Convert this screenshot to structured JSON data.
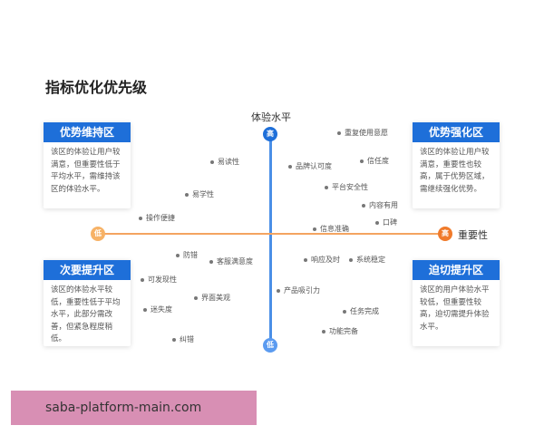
{
  "title": "指标优化优先级",
  "axis": {
    "v_title": "体验水平",
    "v_high": "高",
    "v_low": "低",
    "h_title": "重要性",
    "h_high": "高",
    "h_low": "低"
  },
  "quadrants": {
    "tl": {
      "title": "优势维持区",
      "desc": "该区的体验让用户较满意，但重要性低于平均水平，需维持该区的体验水平。"
    },
    "tr": {
      "title": "优势强化区",
      "desc": "该区的体验让用户较满意，重要性也较高，属于优势区域，需继续强化优势。"
    },
    "bl": {
      "title": "次要提升区",
      "desc": "该区的体验水平较低，重要性低于平均水平，此部分需改善，但紧急程度稍低。"
    },
    "br": {
      "title": "迫切提升区",
      "desc": "该区的用户体验水平较低，但重要性较高，迫切需提升体验水平。"
    }
  },
  "points": [
    {
      "label": "重复使用意愿"
    },
    {
      "label": "易读性"
    },
    {
      "label": "品牌认可度"
    },
    {
      "label": "信任度"
    },
    {
      "label": "易学性"
    },
    {
      "label": "平台安全性"
    },
    {
      "label": "内容有用"
    },
    {
      "label": "操作便捷"
    },
    {
      "label": "口碑"
    },
    {
      "label": "信息准确"
    },
    {
      "label": "防错"
    },
    {
      "label": "客服满意度"
    },
    {
      "label": "响应及时"
    },
    {
      "label": "系统稳定"
    },
    {
      "label": "可发现性"
    },
    {
      "label": "产品吸引力"
    },
    {
      "label": "界面美观"
    },
    {
      "label": "迷失度"
    },
    {
      "label": "任务完成"
    },
    {
      "label": "功能完备"
    },
    {
      "label": "纠错"
    }
  ],
  "watermark": "saba-platform-main.com",
  "colors": {
    "header_blue": "#1e6fd9",
    "axis_blue": "#4a8fe7",
    "axis_orange": "#f4a460",
    "high_orange": "#f07a2a"
  }
}
